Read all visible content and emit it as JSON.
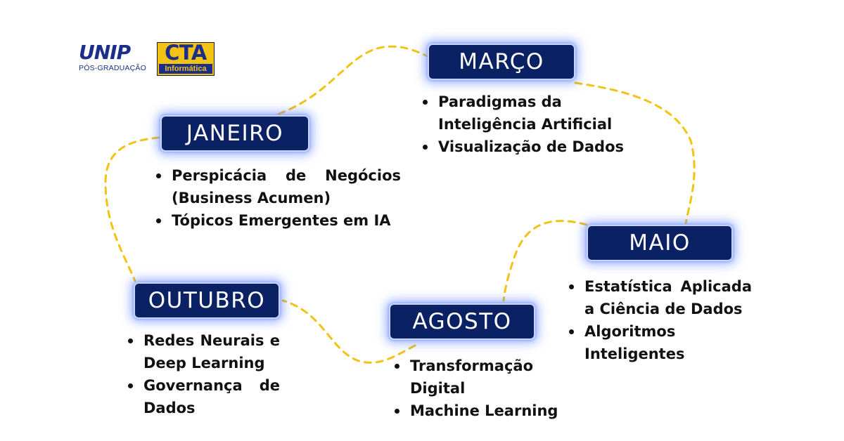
{
  "logos": {
    "unip": "UNIP",
    "unip_sub": "PÓS-GRADUAÇÃO",
    "cta": "CTA",
    "cta_sub": "Informática"
  },
  "colors": {
    "pill_bg": "#0a2263",
    "pill_glow": "#5a7dff",
    "path": "#f2c314",
    "text": "#111111"
  },
  "months": {
    "janeiro": {
      "label": "JANEIRO",
      "topics": [
        "Perspicácia de Negócios (Business Acumen)",
        "Tópicos Emergentes em IA"
      ]
    },
    "marco": {
      "label": "MARÇO",
      "topics": [
        "Paradigmas da Inteligência Artificial",
        "Visualização de Dados"
      ]
    },
    "maio": {
      "label": "MAIO",
      "topics": [
        "Estatística Aplicada a Ciência de Dados",
        "Algoritmos Inteligentes"
      ]
    },
    "agosto": {
      "label": "AGOSTO",
      "topics": [
        "Transformação Digital",
        "Machine Learning"
      ]
    },
    "outubro": {
      "label": "OUTUBRO",
      "topics": [
        "Redes Neurais e Deep Learning",
        "Governança de Dados"
      ]
    }
  }
}
